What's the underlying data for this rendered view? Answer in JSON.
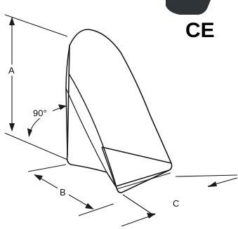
{
  "labels": {
    "A": "A",
    "B": "B",
    "C": "C",
    "angle": "90°"
  },
  "certification": {
    "mark": "CE"
  },
  "colors": {
    "line": "#1a1a1a",
    "product_shade": "#2f3438",
    "background": "#ffffff"
  }
}
